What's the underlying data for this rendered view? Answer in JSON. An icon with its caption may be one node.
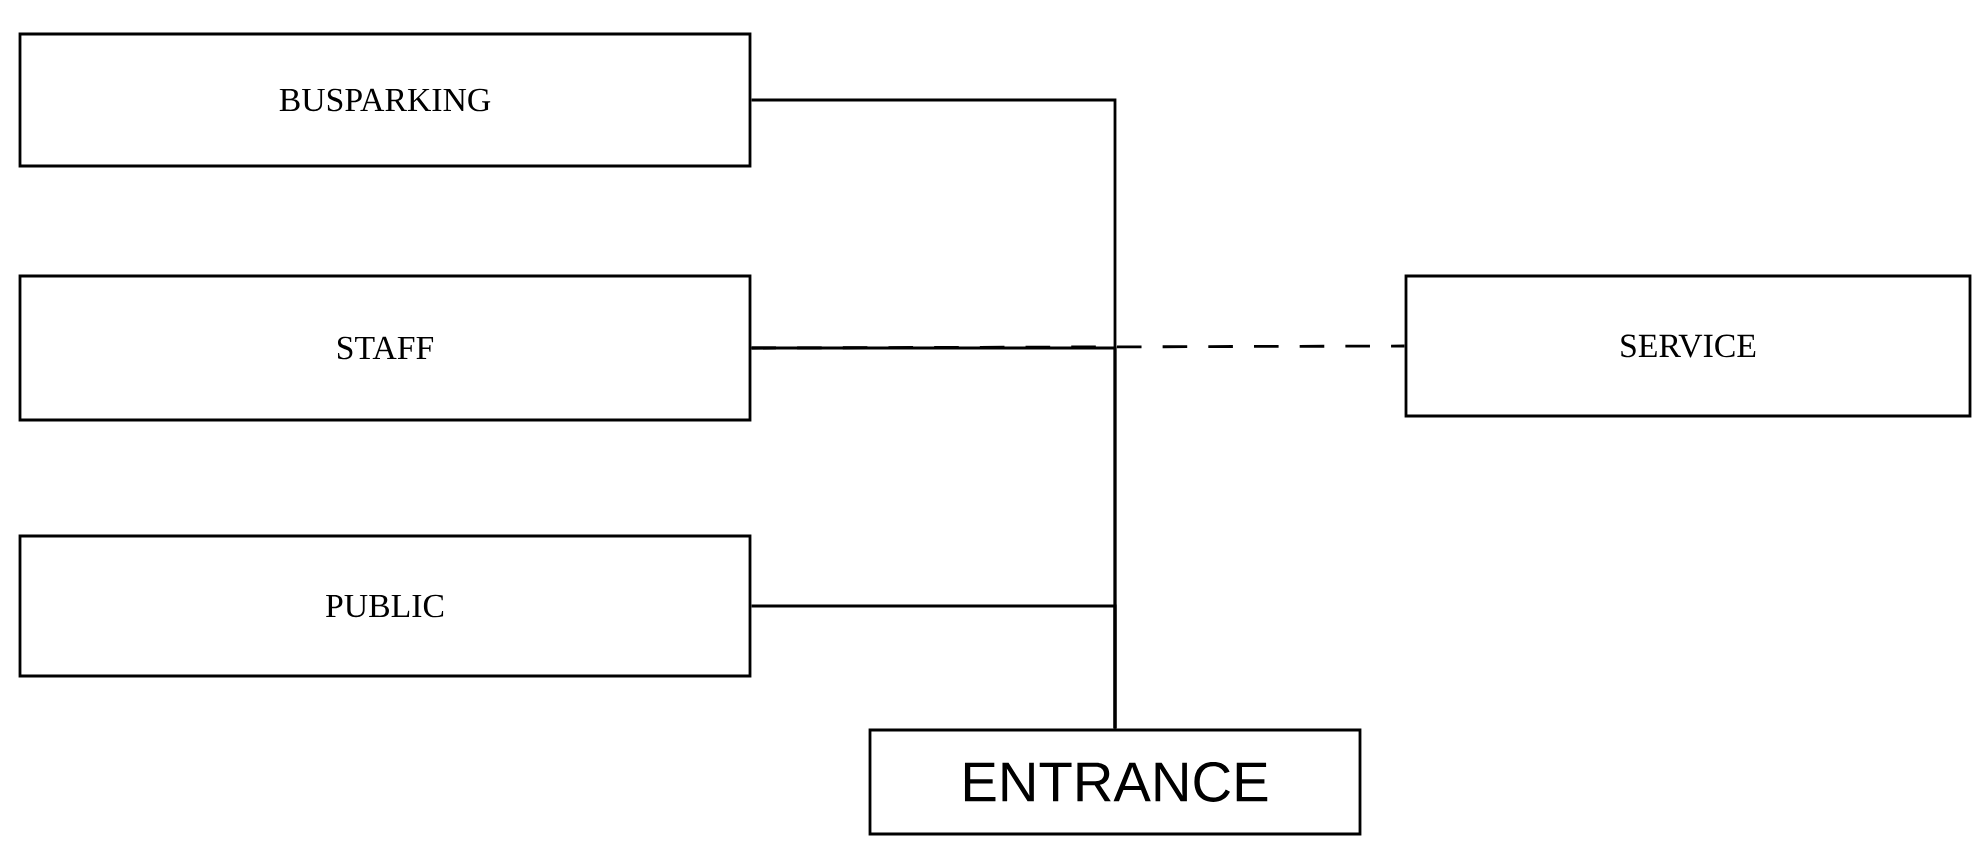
{
  "diagram": {
    "nodes": [
      {
        "text": [
          "BUSPARKING"
        ]
      },
      {
        "text": [
          "STAFF"
        ]
      },
      {
        "text": [
          "PUBLIC"
        ]
      },
      {
        "text": [
          "SERVICE"
        ]
      },
      {
        "text": [
          "ENTRANCE"
        ]
      }
    ],
    "edges": [
      {
        "from": 0,
        "to": 4,
        "arrow": "none"
      },
      {
        "from": 1,
        "to": 4,
        "arrow": "none"
      },
      {
        "from": 2,
        "to": 4,
        "arrow": "none"
      },
      {
        "from": 1,
        "to": 3,
        "arrow": "none",
        "style": "dashed"
      }
    ]
  }
}
